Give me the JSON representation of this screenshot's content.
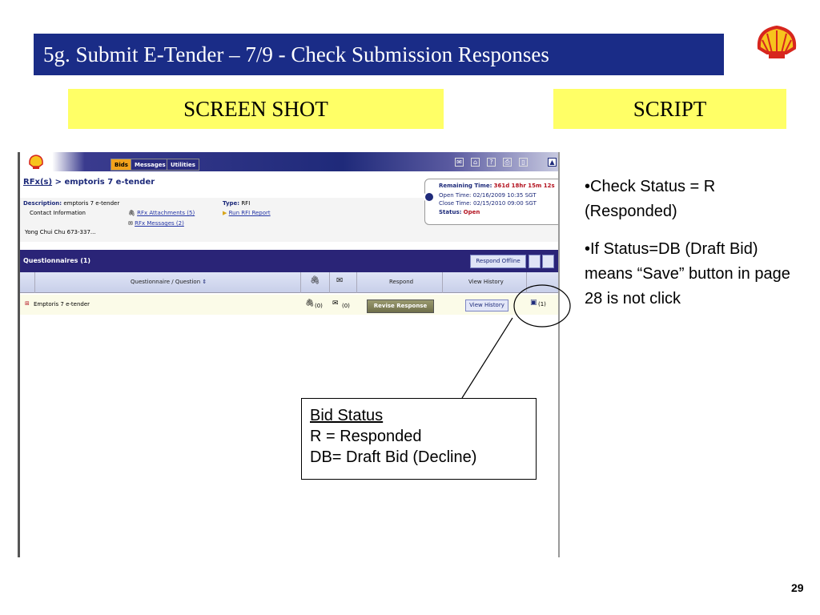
{
  "slide": {
    "title": "5g.  Submit E-Tender – 7/9  - Check Submission Responses",
    "screenshot_label": "SCREEN SHOT",
    "script_label": "SCRIPT",
    "page_number": "29"
  },
  "app": {
    "tabs": [
      "Bids",
      "Messages",
      "Utilities"
    ],
    "breadcrumb": {
      "link": "RFx(s)",
      "separator": ">",
      "current": "emptoris 7 e-tender"
    },
    "description": {
      "label": "Description:",
      "value": "emptoris 7 e-tender",
      "contact_label": "Contact Information",
      "contact_name": "Yong Chui Chu  673-337...",
      "attachments_link": "RFx Attachments (5)",
      "messages_link": "RFx Messages (2)",
      "type_label": "Type:",
      "type_value": "RFI",
      "report_link": "Run RFI Report"
    },
    "timing": {
      "remaining_label": "Remaining Time:",
      "remaining_value": "361d 18hr 15m 12s",
      "open_time": "Open Time: 02/16/2009 10:35 SGT",
      "close_time": "Close Time: 02/15/2010 09:00 SGT",
      "status_label": "Status:",
      "status_value": "Open"
    },
    "questionnaires": {
      "title": "Questionnaires (1)",
      "respond_offline": "Respond Offline",
      "columns": [
        "Questionnaire / Question",
        "Respond",
        "View History"
      ],
      "row": {
        "name": "Emptoris 7 e-tender",
        "attachments_count": "(0)",
        "messages_count": "(0)",
        "respond_button": "Revise Response",
        "history_button": "View History",
        "status_count": "(1)"
      }
    }
  },
  "callout": {
    "heading": "Bid Status",
    "line1": "R  = Responded",
    "line2": "DB= Draft Bid (Decline)"
  },
  "script": [
    "•Check Status = R (Responded)",
    "•If Status=DB (Draft Bid) means “Save” button in page 28 is not click"
  ],
  "colors": {
    "title_bg": "#1a2c87",
    "label_bg": "#ffff66",
    "app_nav": "#2a2477",
    "bids_tab": "#f2a21c"
  }
}
